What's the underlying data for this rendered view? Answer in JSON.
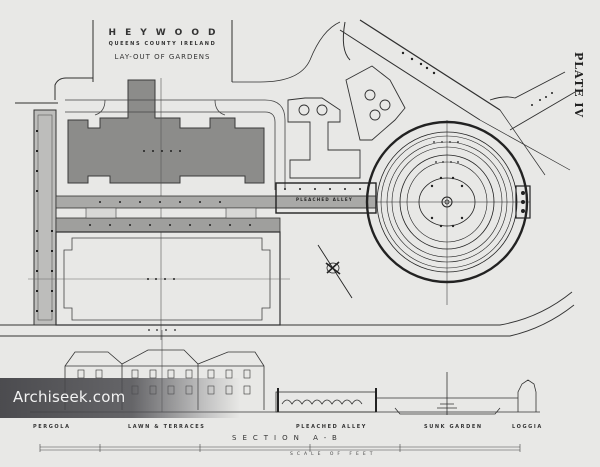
{
  "title": {
    "main": "HEYWOOD",
    "subtitle": "QUEENS COUNTY IRELAND",
    "caption": "LAY-OUT OF GARDENS"
  },
  "plate_label": "PLATE IV",
  "plan": {
    "alley_label": "PLEACHED ALLEY"
  },
  "section": {
    "title": "SECTION A-B",
    "labels": [
      "PERGOLA",
      "LAWN & TERRACES",
      "PLEACHED ALLEY",
      "SUNK GARDEN",
      "LOGGIA"
    ],
    "scale_label": "SCALE OF FEET"
  },
  "watermark": {
    "text": "Archiseek.com"
  },
  "colors": {
    "paper": "#e8e8e6",
    "ink": "#2b2b2b",
    "house_fill": "#8d8d8b",
    "watermark_bg": "#3e3e42"
  }
}
